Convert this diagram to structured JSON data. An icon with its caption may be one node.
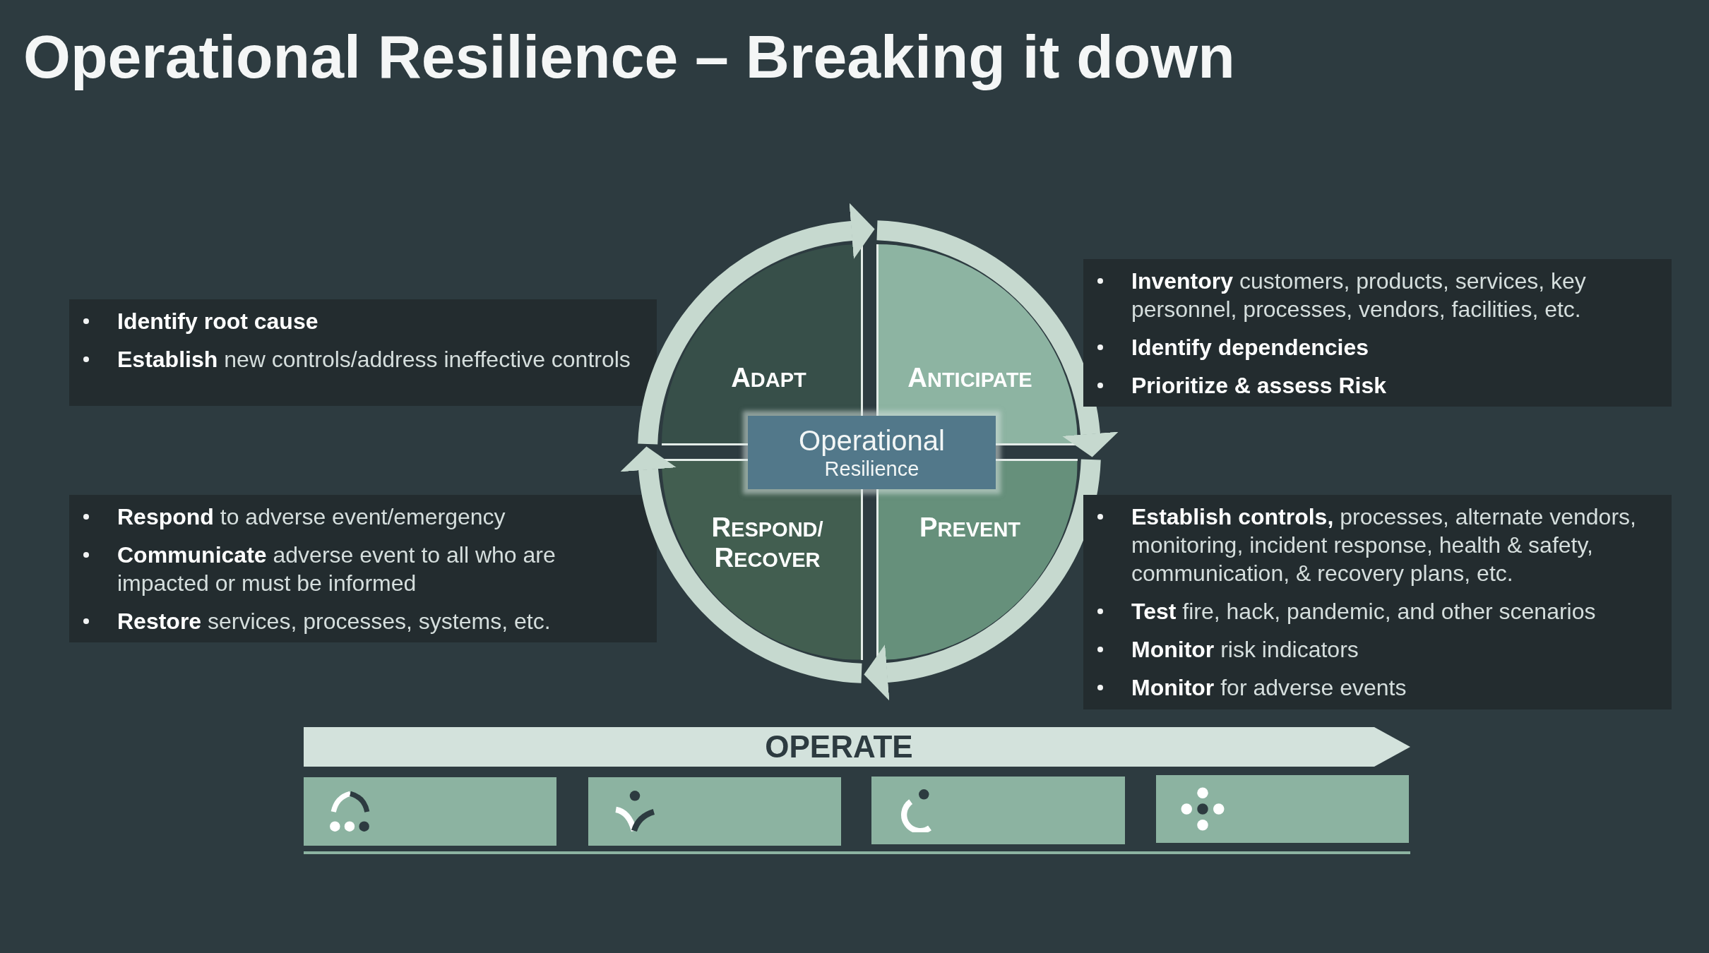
{
  "diagram": {
    "title": "Operational Resilience – Breaking it down",
    "nodes": [
      {
        "text": [
          "Identify root cause",
          "**Establish** new controls/address ineffective controls"
        ]
      },
      {
        "text": [
          "ADAPT"
        ]
      },
      {
        "text": [
          "ANTICIPATE"
        ]
      },
      {
        "text": [
          "**Inventory** customers, products, services, key personnel, processes, vendors, facilities, etc.",
          "Identify dependencies",
          "Prioritize & assess Risk"
        ]
      },
      {
        "text": [
          "Operational",
          "Resilience"
        ]
      },
      {
        "text": [
          "**Respond** to adverse event/emergency",
          "**Communicate** adverse event to all who are impacted or must be informed",
          "**Restore** services, processes, systems, etc."
        ]
      },
      {
        "text": [
          "RESPOND/ RECOVER"
        ]
      },
      {
        "text": [
          "PREVENT"
        ]
      },
      {
        "text": [
          "**Establish controls,** processes, alternate vendors, monitoring, incident response, health & safety, communication, & recovery plans, etc.",
          "**Test** fire, hack, pandemic, and other scenarios",
          "**Monitor** risk indicators",
          "**Monitor** for adverse events"
        ]
      },
      {
        "text": [
          "OPERATE"
        ]
      },
      {
        "text": [],
        "shape": "box"
      },
      {
        "text": [],
        "shape": "box"
      },
      {
        "text": [],
        "shape": "box"
      },
      {
        "text": [],
        "shape": "box"
      }
    ],
    "edges": [
      {
        "from": 1,
        "to": 2,
        "arrow": "to"
      },
      {
        "from": 2,
        "to": 7,
        "arrow": "to"
      },
      {
        "from": 7,
        "to": 6,
        "arrow": "to"
      },
      {
        "from": 6,
        "to": 1,
        "arrow": "to"
      }
    ]
  }
}
